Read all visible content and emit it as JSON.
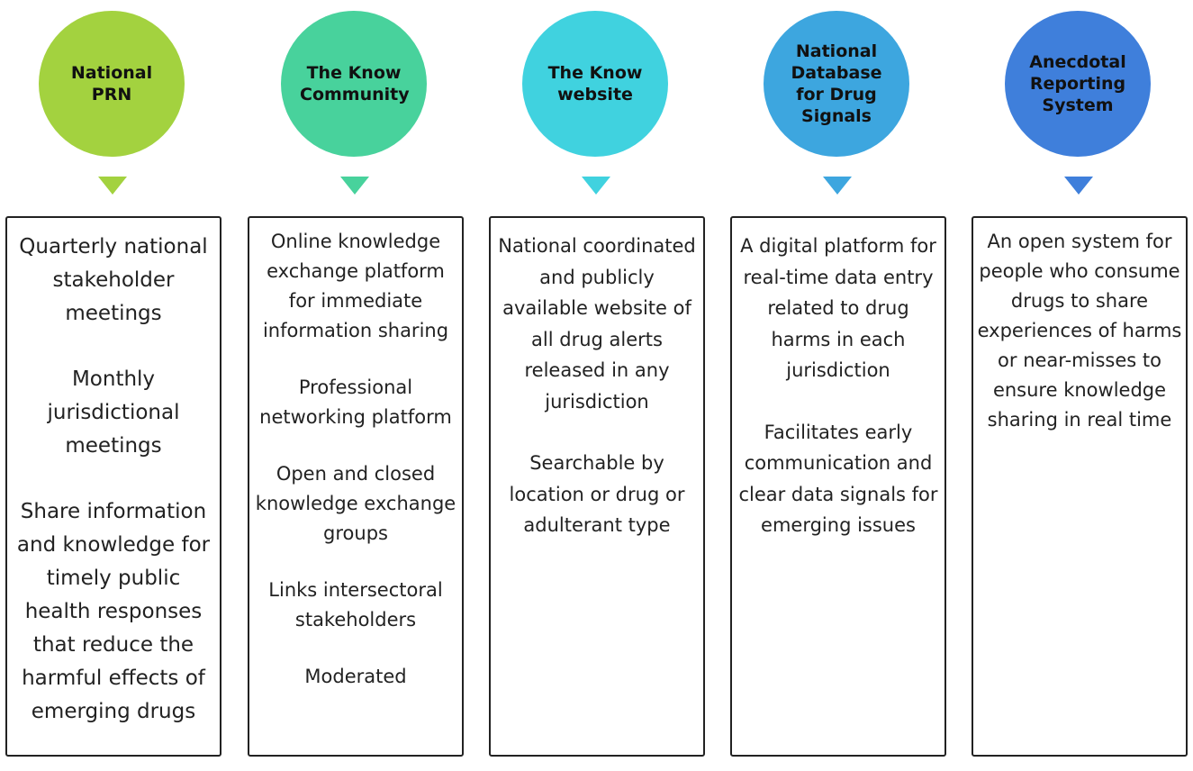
{
  "columns": [
    {
      "title": "National PRN",
      "color": "#a3d23f",
      "paragraphs": [
        "Quarterly national stakeholder meetings",
        "Monthly jurisdictional meetings",
        "Share information and knowledge for timely public health responses that reduce the harmful effects of emerging drugs"
      ]
    },
    {
      "title": "The Know Community",
      "color": "#48d29c",
      "paragraphs": [
        "Online knowledge exchange platform for immediate information sharing",
        "Professional networking platform",
        "Open and closed knowledge exchange groups",
        "Links intersectoral stakeholders",
        "Moderated"
      ]
    },
    {
      "title": "The Know website",
      "color": "#40d2df",
      "paragraphs": [
        "National coordinated and publicly available website of all drug alerts released in any jurisdiction",
        "Searchable by location or drug or adulterant type"
      ]
    },
    {
      "title": "National Database for Drug Signals",
      "color": "#3da6df",
      "paragraphs": [
        "A digital platform for real-time data entry related to drug harms in each jurisdiction",
        "Facilitates early communication and clear data signals for emerging issues"
      ]
    },
    {
      "title": "Anecdotal Reporting System",
      "color": "#3f7fdb",
      "paragraphs": [
        "An open system for people who consume drugs to share experiences of harms or near-misses to ensure knowledge sharing in real time"
      ]
    }
  ]
}
